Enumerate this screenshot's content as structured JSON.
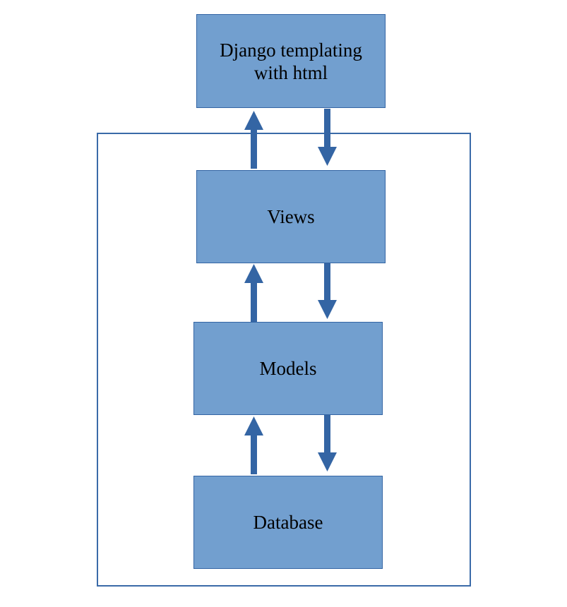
{
  "diagram": {
    "boxes": [
      {
        "id": "templating",
        "label": "Django templating\nwith html"
      },
      {
        "id": "views",
        "label": "Views"
      },
      {
        "id": "models",
        "label": "Models"
      },
      {
        "id": "database",
        "label": "Database"
      }
    ],
    "colors": {
      "box_fill": "#729fcf",
      "box_border": "#3465a4",
      "arrow": "#3465a4",
      "frame": "#3a6aa8"
    },
    "icons": [
      "arrow-up-icon",
      "arrow-down-icon"
    ]
  }
}
